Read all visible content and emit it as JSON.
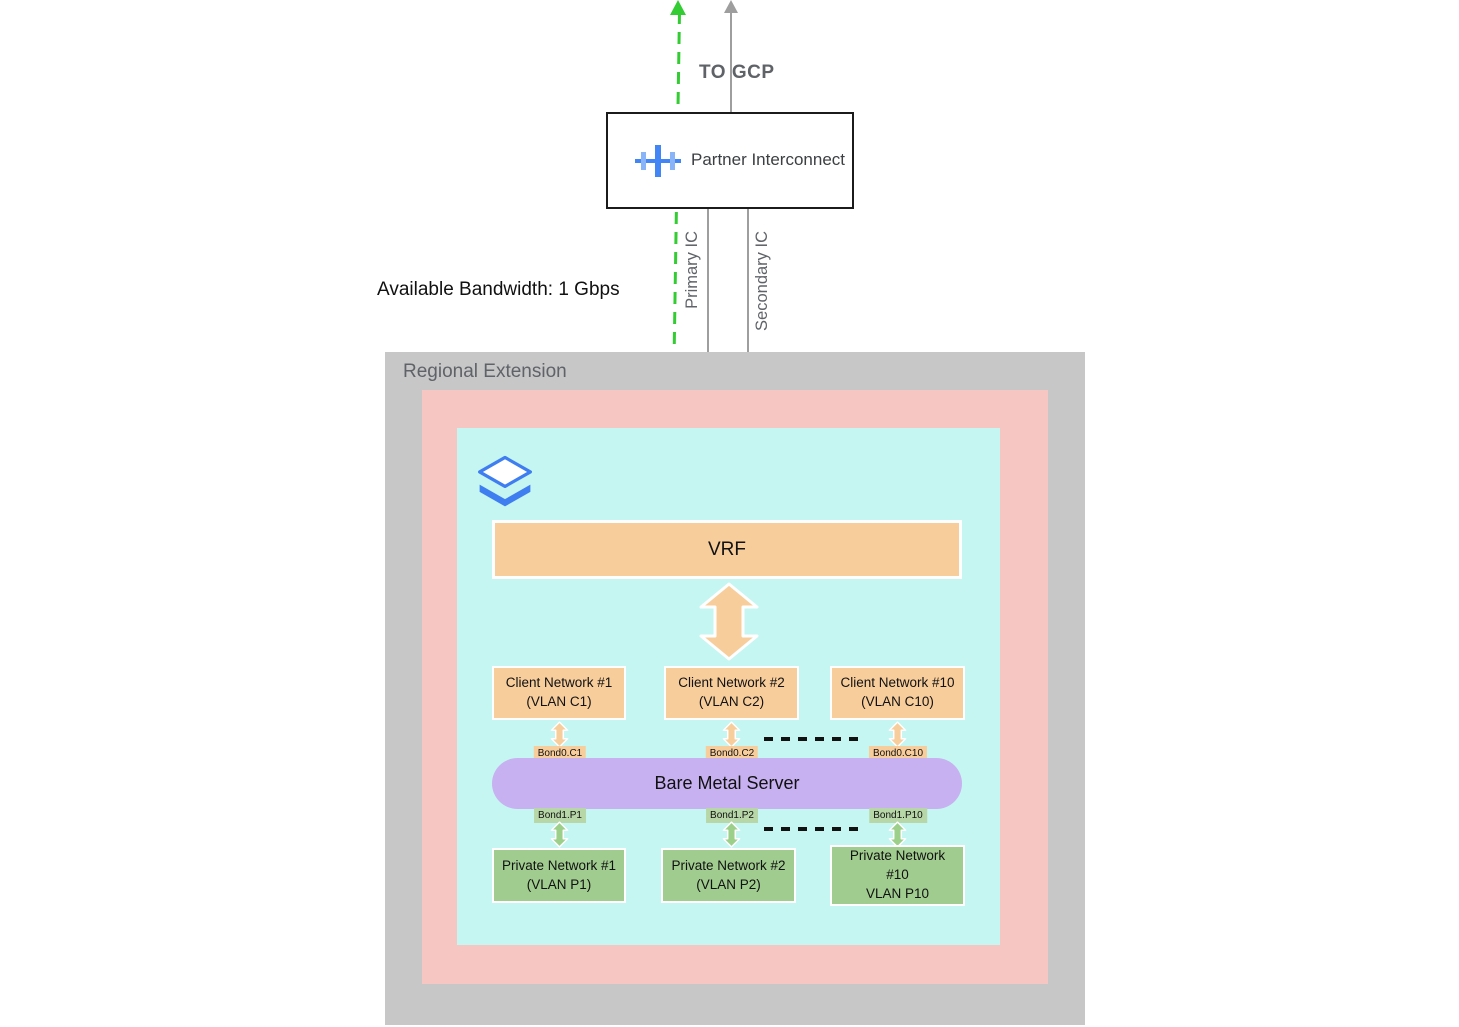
{
  "top": {
    "to_gcp": "TO GCP",
    "partner_interconnect": "Partner Interconnect",
    "primary_ic": "Primary IC",
    "secondary_ic": "Secondary IC",
    "bandwidth": "Available Bandwidth: 1 Gbps"
  },
  "regional_extension": {
    "label": "Regional Extension",
    "vrf_label": "VRF",
    "bare_metal_label": "Bare Metal Server",
    "client_networks": [
      {
        "name": "Client Network #1",
        "vlan": "(VLAN C1)",
        "bond": "Bond0.C1"
      },
      {
        "name": "Client Network #2",
        "vlan": "(VLAN C2)",
        "bond": "Bond0.C2"
      },
      {
        "name": "Client Network #10",
        "vlan": "(VLAN C10)",
        "bond": "Bond0.C10"
      }
    ],
    "private_networks": [
      {
        "name": "Private Network #1",
        "vlan": "(VLAN P1)",
        "bond": "Bond1.P1"
      },
      {
        "name": "Private Network #2",
        "vlan": "(VLAN P2)",
        "bond": "Bond1.P2"
      },
      {
        "name": "Private Network #10",
        "vlan": "VLAN P10",
        "bond": "Bond1.P10"
      }
    ]
  },
  "colors": {
    "peach": "#f8cd9c",
    "green_box": "#a1cc90",
    "green_chip": "#b7d7a8",
    "purple": "#c7b1f0",
    "cyan": "#c5f6f2",
    "pink": "#f6c6c2",
    "gray_container": "#c7c7c7",
    "accent_blue": "#4285f4",
    "arrow_green": "#33cc33",
    "line_gray": "#9e9e9e"
  }
}
